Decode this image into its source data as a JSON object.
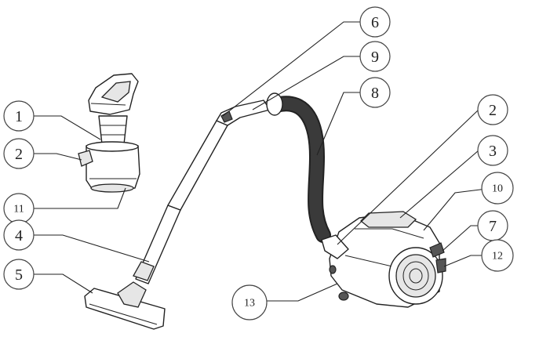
{
  "callouts": [
    {
      "id": "1",
      "label": "1"
    },
    {
      "id": "2a",
      "label": "2"
    },
    {
      "id": "11",
      "label": "11"
    },
    {
      "id": "4",
      "label": "4"
    },
    {
      "id": "5",
      "label": "5"
    },
    {
      "id": "6",
      "label": "6"
    },
    {
      "id": "9",
      "label": "9"
    },
    {
      "id": "8",
      "label": "8"
    },
    {
      "id": "2b",
      "label": "2"
    },
    {
      "id": "3",
      "label": "3"
    },
    {
      "id": "10",
      "label": "10"
    },
    {
      "id": "7",
      "label": "7"
    },
    {
      "id": "12",
      "label": "12"
    },
    {
      "id": "13",
      "label": "13"
    }
  ]
}
